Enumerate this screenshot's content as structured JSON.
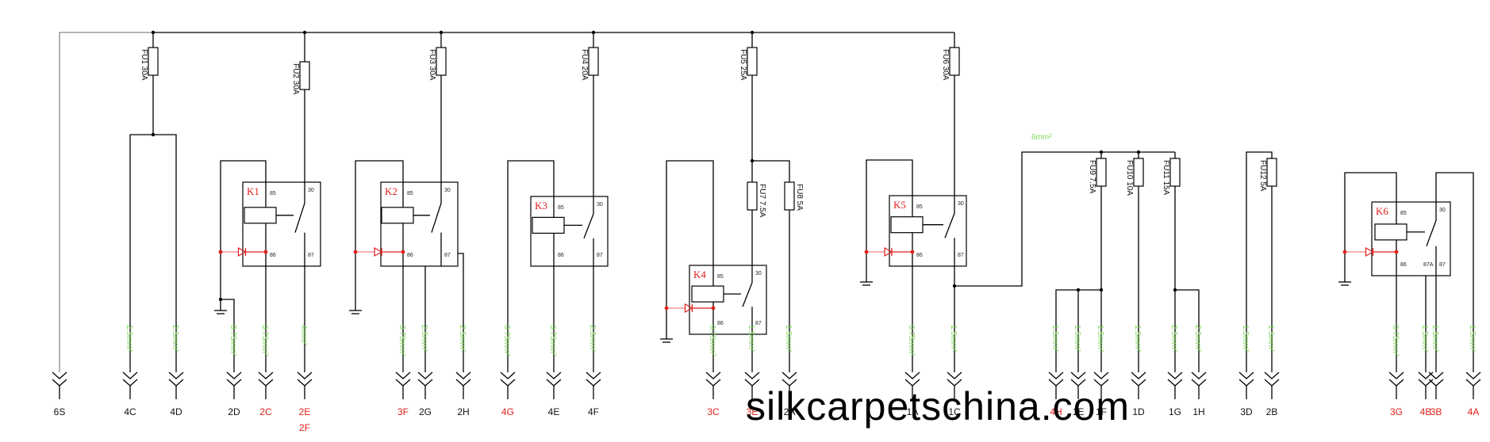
{
  "title": "Relay and fuse wiring schematic",
  "colors": {
    "wire": "#000000",
    "relay_label": "#e0201c",
    "gauge_label": "#7ed957",
    "connector_red": "#e0201c",
    "connector_black": "#111111"
  },
  "fuses": [
    {
      "id": "FU1",
      "rating": "30A"
    },
    {
      "id": "FU2",
      "rating": "30A"
    },
    {
      "id": "FU3",
      "rating": "30A"
    },
    {
      "id": "FU4",
      "rating": "20A"
    },
    {
      "id": "FU5",
      "rating": "25A"
    },
    {
      "id": "FU6",
      "rating": "30A"
    },
    {
      "id": "FU7",
      "rating": "7.5A"
    },
    {
      "id": "FU8",
      "rating": "5A"
    },
    {
      "id": "FU9",
      "rating": "7.5A"
    },
    {
      "id": "FU10",
      "rating": "10A"
    },
    {
      "id": "FU11",
      "rating": "15A"
    },
    {
      "id": "FU12",
      "rating": "5A"
    }
  ],
  "relays": [
    {
      "id": "K1",
      "pins": [
        "85",
        "86",
        "30",
        "87"
      ]
    },
    {
      "id": "K2",
      "pins": [
        "85",
        "86",
        "30",
        "87"
      ]
    },
    {
      "id": "K3",
      "pins": [
        "85",
        "86",
        "30",
        "87"
      ]
    },
    {
      "id": "K4",
      "pins": [
        "85",
        "86",
        "30",
        "87"
      ]
    },
    {
      "id": "K5",
      "pins": [
        "85",
        "86",
        "30",
        "87"
      ]
    },
    {
      "id": "K6",
      "pins": [
        "85",
        "86",
        "30",
        "87A",
        "87"
      ]
    }
  ],
  "bus_gauge_label": "6mm²",
  "connectors": [
    {
      "label": "6S",
      "gauge": "",
      "color": "black"
    },
    {
      "label": "4C",
      "gauge": "2.5mm²",
      "color": "black"
    },
    {
      "label": "4D",
      "gauge": "2.5mm²",
      "color": "black"
    },
    {
      "label": "2D",
      "gauge": "0.75mm²",
      "color": "black"
    },
    {
      "label": "2C",
      "gauge": "0.75mm²",
      "color": "red"
    },
    {
      "label": "2E",
      "label2": "2F",
      "gauge": "4mm²",
      "color": "red"
    },
    {
      "label": "3F",
      "gauge": "0.75mm²",
      "color": "red"
    },
    {
      "label": "2G",
      "gauge": "2.5mm²",
      "color": "black"
    },
    {
      "label": "2H",
      "gauge": "2.5mm²",
      "color": "black"
    },
    {
      "label": "4G",
      "gauge": "0.75mm²",
      "color": "red"
    },
    {
      "label": "4E",
      "gauge": "0.75mm²",
      "color": "black"
    },
    {
      "label": "4F",
      "gauge": "2.5mm²",
      "color": "black"
    },
    {
      "label": "3C",
      "gauge": "0.75mm²",
      "color": "red"
    },
    {
      "label": "3E",
      "gauge": "1.5mm²",
      "color": "red"
    },
    {
      "label": "2A",
      "gauge": "1.5mm²",
      "color": "black"
    },
    {
      "label": "1A",
      "gauge": "0.75mm²",
      "color": "black"
    },
    {
      "label": "1C",
      "gauge": "1.5mm²",
      "color": "black"
    },
    {
      "label": "4H",
      "gauge": "1.5mm²",
      "color": "red"
    },
    {
      "label": "1E",
      "gauge": "1.5mm²",
      "color": "black"
    },
    {
      "label": "1F",
      "gauge": "1.5mm²",
      "color": "black"
    },
    {
      "label": "1D",
      "gauge": "1.5mm²",
      "color": "black"
    },
    {
      "label": "1G",
      "gauge": "2.5mm²",
      "color": "black"
    },
    {
      "label": "1H",
      "gauge": "2.5mm²",
      "color": "black"
    },
    {
      "label": "3D",
      "gauge": "1.5mm²",
      "color": "black"
    },
    {
      "label": "2B",
      "gauge": "1.5mm²",
      "color": "black"
    },
    {
      "label": "3G",
      "gauge": "0.75mm²",
      "color": "red"
    },
    {
      "label": "4B",
      "gauge": "1.5mm²",
      "color": "red"
    },
    {
      "label": "3B",
      "gauge": "1.5mm²",
      "color": "red"
    },
    {
      "label": "4A",
      "gauge": "1.5mm²",
      "color": "red"
    }
  ],
  "watermark": "silkcarpetschina.com"
}
